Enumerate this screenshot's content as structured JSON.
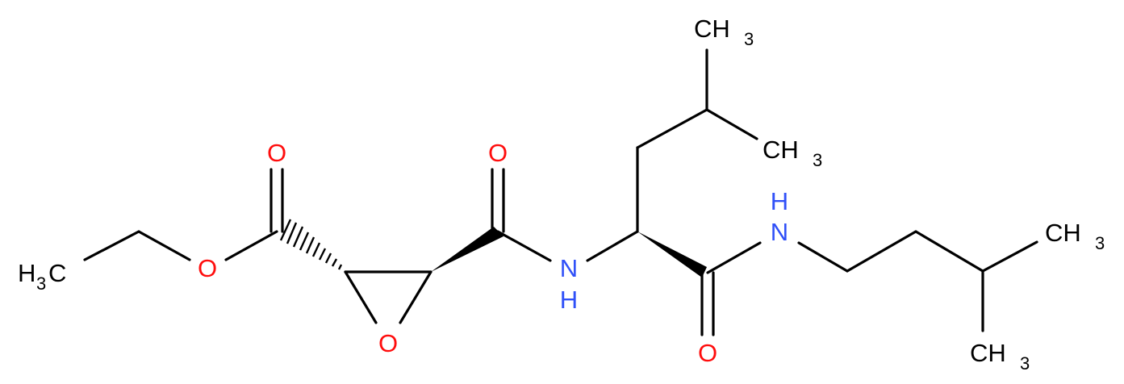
{
  "colors": {
    "carbon": "#000000",
    "oxygen": "#ff0d0d",
    "nitrogen": "#3050f8",
    "background": "#ffffff"
  },
  "labels": {
    "carbonyl_ester_o": "O",
    "ester_o": "O",
    "epoxide_o": "O",
    "amide1_o": "O",
    "amide2_o": "O",
    "amide1_n": "N",
    "amide1_n_h": "H",
    "amide2_n": "N",
    "amide2_n_h": "H",
    "ch3_left_main": "H",
    "ch3_left_sub": "3",
    "ch3_left_c": "C",
    "ch3_top_main": "CH",
    "ch3_top_sub": "3",
    "ch3_mid_main": "CH",
    "ch3_mid_sub": "3",
    "ch3_right_main": "CH",
    "ch3_right_sub": "3",
    "ch3_bottom_main": "CH",
    "ch3_bottom_sub": "3"
  }
}
